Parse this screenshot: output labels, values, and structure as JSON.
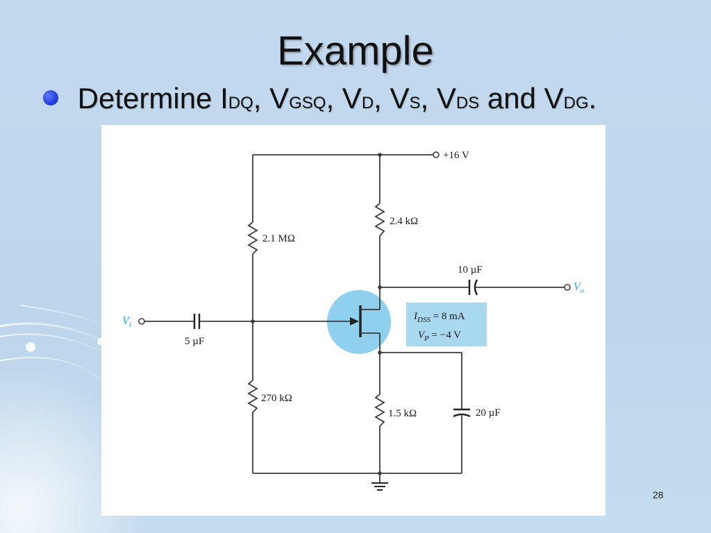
{
  "title": "Example",
  "bullet": {
    "parts": [
      {
        "text": "Determine I",
        "sub": false
      },
      {
        "text": "DQ",
        "sub": true
      },
      {
        "text": ", V",
        "sub": false
      },
      {
        "text": "GSQ",
        "sub": true
      },
      {
        "text": ", V",
        "sub": false
      },
      {
        "text": "D",
        "sub": true
      },
      {
        "text": ", V",
        "sub": false
      },
      {
        "text": "S",
        "sub": true
      },
      {
        "text": ", V",
        "sub": false
      },
      {
        "text": "DS",
        "sub": true
      },
      {
        "text": " and V",
        "sub": false
      },
      {
        "text": "DG",
        "sub": true
      },
      {
        "text": ".",
        "sub": false
      }
    ]
  },
  "circuit": {
    "supply": "+16 V",
    "r_top_left": "2.1 MΩ",
    "r_bottom_left": "270 kΩ",
    "r_drain": "2.4 kΩ",
    "r_source": "1.5 kΩ",
    "c_in": "5 µF",
    "c_out": "10 µF",
    "c_source": "20 µF",
    "vi_main": "V",
    "vi_sub": "i",
    "vo_main": "V",
    "vo_sub": "o",
    "idss_main": "I",
    "idss_sub": "DSS",
    "idss_value": " = 8 mA",
    "vp_main": "V",
    "vp_sub": "P",
    "vp_value": " = −4 V"
  },
  "colors": {
    "background": "#c3d9ee",
    "bullet": "#2a44e0",
    "signal_label": "#2aa6dc",
    "highlight": "#8fd0ef",
    "spec_box": "#a9d8f1"
  },
  "page_number": "28"
}
